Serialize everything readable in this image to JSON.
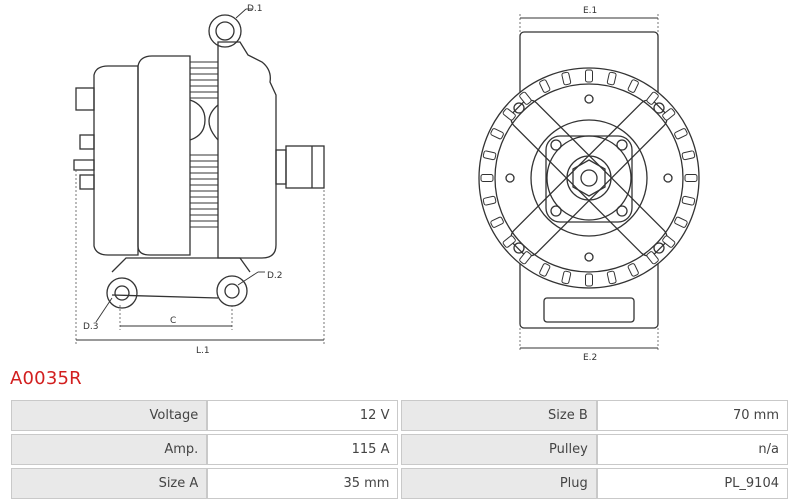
{
  "drawing": {
    "dimensions": {
      "d1": "D.1",
      "d2": "D.2",
      "d3": "D.3",
      "c": "C",
      "l1": "L.1",
      "e1": "E.1",
      "e2": "E.2"
    }
  },
  "part_code": "A0035R",
  "specs": {
    "rows": [
      {
        "label_left": "Voltage",
        "value_left": "12 V",
        "label_right": "Size B",
        "value_right": "70 mm"
      },
      {
        "label_left": "Amp.",
        "value_left": "115 A",
        "label_right": "Pulley",
        "value_right": "n/a"
      },
      {
        "label_left": "Size A",
        "value_left": "35 mm",
        "label_right": "Plug",
        "value_right": "PL_9104"
      }
    ]
  },
  "colors": {
    "accent": "#d21f1f",
    "label_bg": "#e9e9e9",
    "border": "#c9c9c9"
  }
}
